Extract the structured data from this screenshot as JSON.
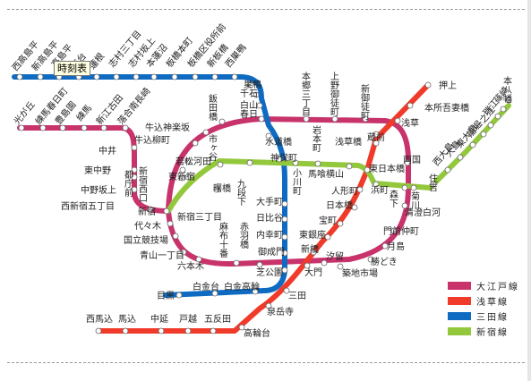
{
  "tooltip": "時刻表",
  "colors": {
    "oedo": "#c8336c",
    "asakusa": "#f03a2a",
    "mita": "#0f6bc2",
    "shinjuku": "#93c83c"
  },
  "legend": [
    {
      "label": "大江戸線",
      "color": "#c8336c"
    },
    {
      "label": "浅草線",
      "color": "#f03a2a"
    },
    {
      "label": "三田線",
      "color": "#0f6bc2"
    },
    {
      "label": "新宿線",
      "color": "#93c83c"
    }
  ],
  "stations": {
    "nishitakashimadaira": "西高島平",
    "shintakashimadaira": "新高島平",
    "takashimadaira": "高島平",
    "nishidai": "西台",
    "hasune": "蓮根",
    "shimurasanchome": "志村三丁目",
    "shimurasakaue": "志村坂上",
    "motohasunuma": "本蓮沼",
    "itabashihoncho": "板橋本町",
    "itabashikuyakushomae": "板橋区役所前",
    "shinitabashi": "新板橋",
    "nishisugamo": "西巣鴨",
    "sugamo": "巣鴨",
    "sengoku": "千石",
    "hakusan": "白山",
    "kasuga": "春日",
    "suidobashi": "水道橋",
    "jimbocho": "神保町",
    "otemachi": "大手町",
    "hibiya": "日比谷",
    "uchisaiwaicho": "内幸町",
    "onarimon": "御成門",
    "shibakoen": "芝公園",
    "mita": "三田",
    "shirokaneTakanawa": "白金高輪",
    "shirokanedai": "白金台",
    "meguro": "目黒",
    "hikarigaoka": "光が丘",
    "nerimakasugacho": "練馬春日町",
    "toshimaen": "豊島園",
    "nerima": "練馬",
    "shinegota": "新江古田",
    "ochiaiminaminagasaki": "落合南長崎",
    "nakai": "中井",
    "higashinakano": "東中野",
    "nakanosakaue": "中野坂上",
    "nishishinjukugochome": "西新宿五丁目",
    "tochomae": "都庁前",
    "shinjukunishiguchi": "新宿西口",
    "higashishinjuku": "東新宿",
    "wakamatsukawada": "若松河田",
    "ushigomeyanagicho": "牛込柳町",
    "ushigomekagurazaka": "牛込神楽坂",
    "iidabashi": "飯田橋",
    "hongosanchome": "本郷三丁目",
    "uenookachimachi": "上野御徒町",
    "shinokachimachi": "新御徒町",
    "kuramae": "蔵前",
    "ryogoku": "両国",
    "morishita": "森下",
    "kiyosumishirakawa": "清澄白河",
    "monzennakacho": "門前仲町",
    "tsukishima": "月島",
    "kachidoki": "勝どき",
    "tsukijishijo": "築地市場",
    "shiodome": "汐留",
    "daimon": "大門",
    "akabanebashi": "赤羽橋",
    "azabujuban": "麻布十番",
    "roppongi": "六本木",
    "aoyamaitchome": "青山一丁目",
    "kokuritsukyogijo": "国立競技場",
    "yoyogi": "代々木",
    "shinjuku": "新宿",
    "shinjukusanchome": "新宿三丁目",
    "akebonobashi": "曙橋",
    "ichigaya": "市ヶ谷",
    "kudanshita": "九段下",
    "ogawamachi": "小川町",
    "iwamotocho": "岩本町",
    "bakuroyokoyama": "馬喰横山",
    "hamacho": "浜町",
    "funabashi_kikukawa": "菊川",
    "sumiyoshi": "住吉",
    "nishiojima": "西大島",
    "ojima": "大島",
    "higashiojima": "東大島",
    "funabori": "船堀",
    "ichinoe": "一之江",
    "mizue": "瑞江",
    "shinozaki": "篠崎",
    "motoyawata": "本八幡",
    "oshiage": "押上",
    "honjoazumabashi": "本所吾妻橋",
    "asakusa": "浅草",
    "asakusabashi": "浅草橋",
    "higashinihombashi": "東日本橋",
    "ningyocho": "人形町",
    "nihombashi": "日本橋",
    "takaracho": "宝町",
    "higashiginza": "東銀座",
    "shimbashi": "新橋",
    "sengakuji": "泉岳寺",
    "takanawadai": "高輪台",
    "gotanda": "五反田",
    "togoshi": "戸越",
    "nakanobu": "中延",
    "magome": "馬込",
    "nishimagome": "西馬込"
  }
}
